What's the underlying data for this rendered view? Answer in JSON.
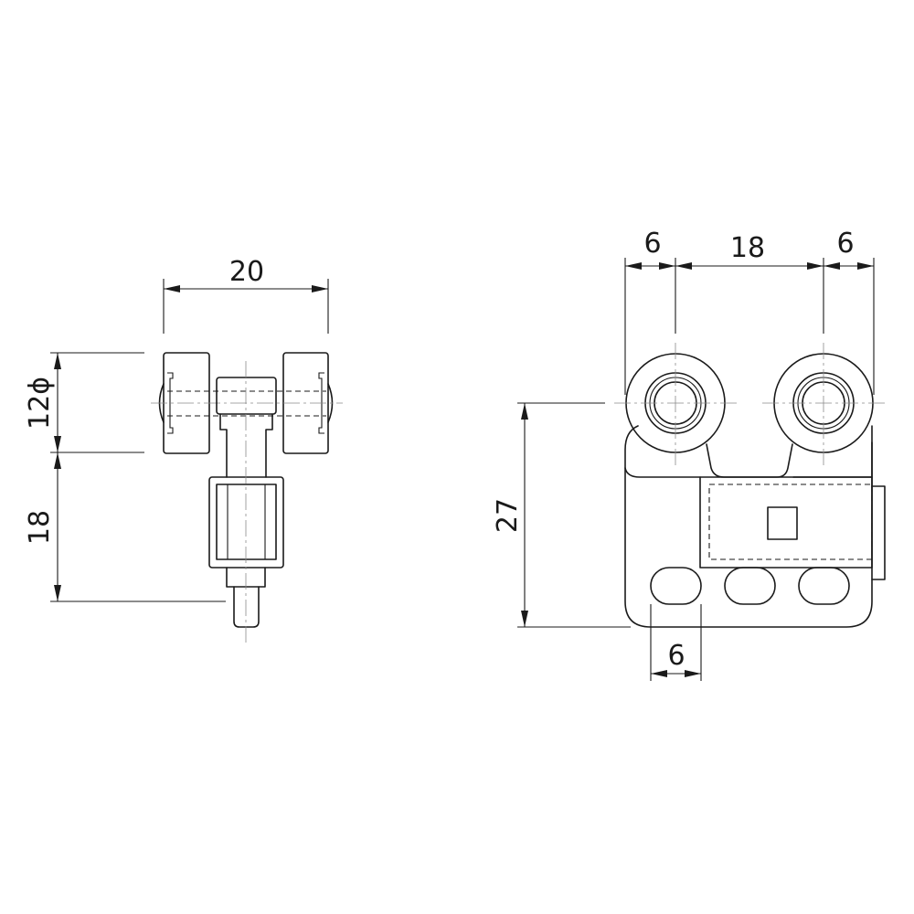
{
  "side_view": {
    "width_dimension": "20",
    "wheel_diameter_dimension": "12ϕ",
    "stem_length_dimension": "18"
  },
  "front_view": {
    "left_offset_dimension": "6",
    "wheel_spacing_dimension": "18",
    "right_offset_dimension": "6",
    "height_dimension": "27",
    "slot_width_dimension": "6"
  },
  "colors": {
    "line": "#1a1a1a",
    "centerline": "#8a8a8a",
    "background": "#ffffff"
  }
}
